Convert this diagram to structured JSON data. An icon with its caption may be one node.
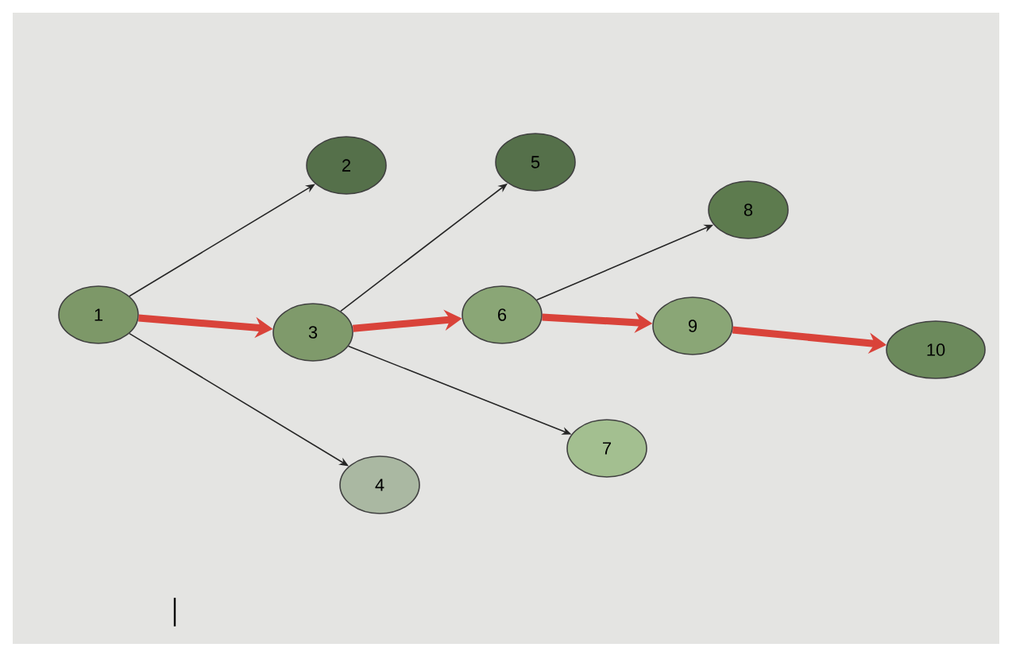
{
  "diagram": {
    "nodes": [
      {
        "text": [
          "1"
        ]
      },
      {
        "text": [
          "2"
        ]
      },
      {
        "text": [
          "3"
        ]
      },
      {
        "text": [
          "4"
        ]
      },
      {
        "text": [
          "5"
        ]
      },
      {
        "text": [
          "6"
        ]
      },
      {
        "text": [
          "7"
        ]
      },
      {
        "text": [
          "8"
        ]
      },
      {
        "text": [
          "9"
        ]
      },
      {
        "text": [
          "10"
        ]
      }
    ],
    "edges": [
      {
        "from": 0,
        "to": 1,
        "arrow": "to"
      },
      {
        "from": 0,
        "to": 2,
        "arrow": "to",
        "style": "thick",
        "color": "#d9433a"
      },
      {
        "from": 0,
        "to": 3,
        "arrow": "to"
      },
      {
        "from": 2,
        "to": 4,
        "arrow": "to"
      },
      {
        "from": 2,
        "to": 5,
        "arrow": "to",
        "style": "thick",
        "color": "#d9433a"
      },
      {
        "from": 2,
        "to": 6,
        "arrow": "to"
      },
      {
        "from": 5,
        "to": 7,
        "arrow": "to"
      },
      {
        "from": 5,
        "to": 8,
        "arrow": "to",
        "style": "thick",
        "color": "#d9433a"
      },
      {
        "from": 8,
        "to": 9,
        "arrow": "to",
        "style": "thick",
        "color": "#d9433a"
      }
    ]
  }
}
